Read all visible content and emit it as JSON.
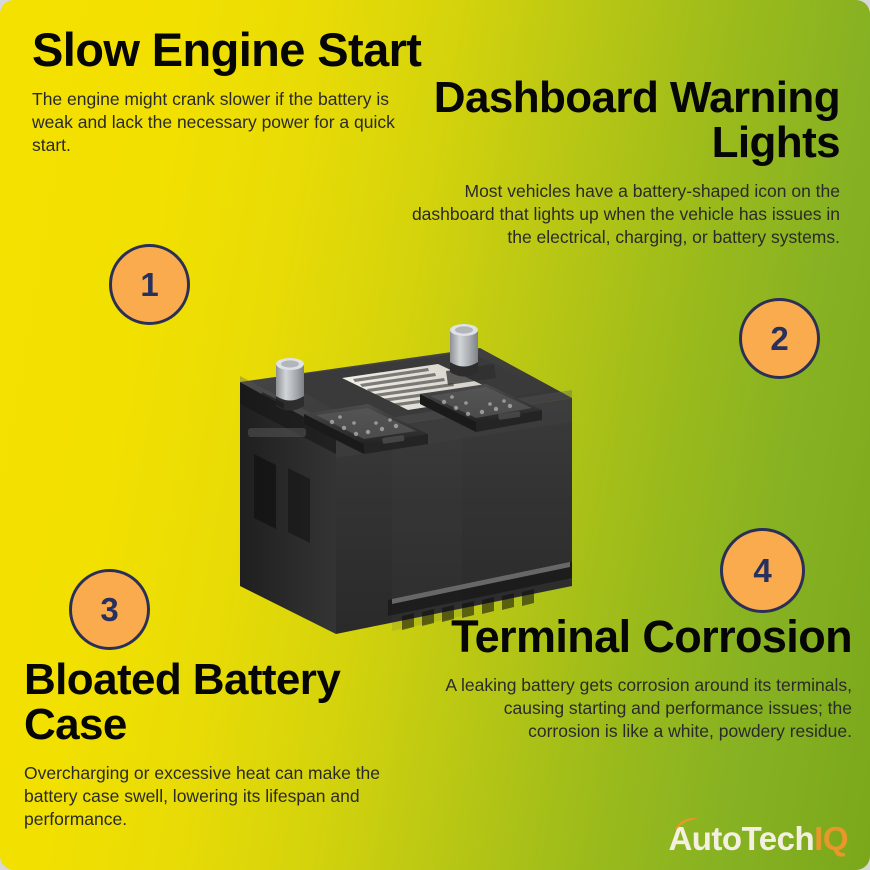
{
  "poster": {
    "background": {
      "from": "#f5e100",
      "to": "#7aa81a",
      "direction": "left-to-right diagonal"
    },
    "accent_orange": "#f9ab4e",
    "badge_border": "#2b2f55",
    "title_color": "#060606",
    "body_color": "#2a2a2a"
  },
  "sections": [
    {
      "number": "1",
      "title": "Slow Engine Start",
      "body": "The engine might crank slower if the battery is weak and lack the necessary power for a quick start."
    },
    {
      "number": "2",
      "title": "Dashboard Warning Lights",
      "body": "Most vehicles have a battery-shaped icon on the dashboard that lights up when the vehicle has issues in the electrical, charging, or battery systems."
    },
    {
      "number": "3",
      "title": "Bloated Battery Case",
      "body": "Overcharging or excessive heat can make the battery case swell, lowering its lifespan and performance."
    },
    {
      "number": "4",
      "title": "Terminal Corrosion",
      "body": "A leaking battery gets corrosion around its terminals, causing starting and performance issues; the corrosion is like a white, powdery residue."
    }
  ],
  "illustration": {
    "name": "car-battery",
    "case_color": "#2e2e2e",
    "terminal_color": "#b9bcc0",
    "label_color": "#e9e7e0"
  },
  "logo": {
    "primary_text": "AutoTech",
    "accent_text": "IQ",
    "primary_color": "#f3f0e2",
    "accent_color": "#e8972b"
  }
}
